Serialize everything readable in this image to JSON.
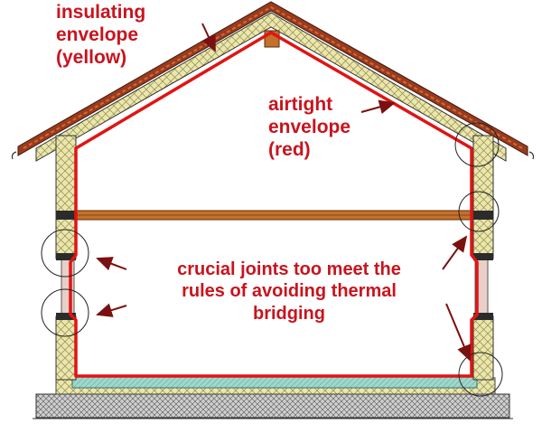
{
  "labels": {
    "insulating": [
      "insulating",
      "envelope",
      "(yellow)"
    ],
    "airtight": [
      "airtight",
      "envelope",
      "(red)"
    ],
    "crucial": [
      "crucial joints too meet the",
      "rules of avoiding thermal",
      "bridging"
    ]
  },
  "colors": {
    "insulation": "#ece7a9",
    "airtight_line": "#e01414",
    "label_text": "#c8141e",
    "roof_tiles": "#9a3b1c",
    "timber": "#c4712a",
    "wall_gap": "#e8cfc8",
    "floor_slab": "#9ed8cc",
    "ground": "#c9c9c9"
  }
}
